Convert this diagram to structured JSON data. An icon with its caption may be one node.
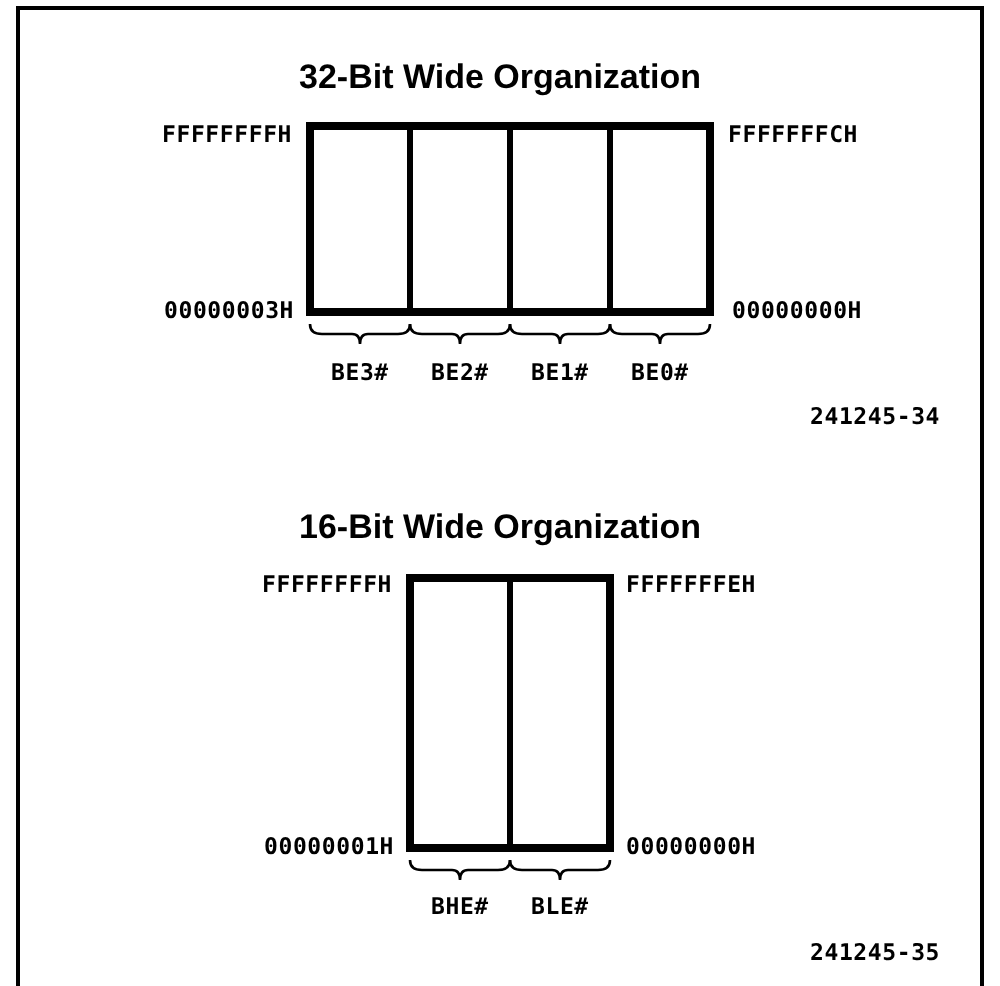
{
  "diagram": {
    "labels": [
      "32-Bit Wide Organization",
      "FFFFFFFFH",
      "FFFFFFFCH",
      "00000003H",
      "00000000H",
      "BE3#",
      "BE2#",
      "BE1#",
      "BE0#",
      "241245-34",
      "16-Bit Wide Organization",
      "FFFFFFFFH",
      "FFFFFFFEH",
      "00000001H",
      "00000000H",
      "BHE#",
      "BLE#",
      "241245-35"
    ]
  }
}
